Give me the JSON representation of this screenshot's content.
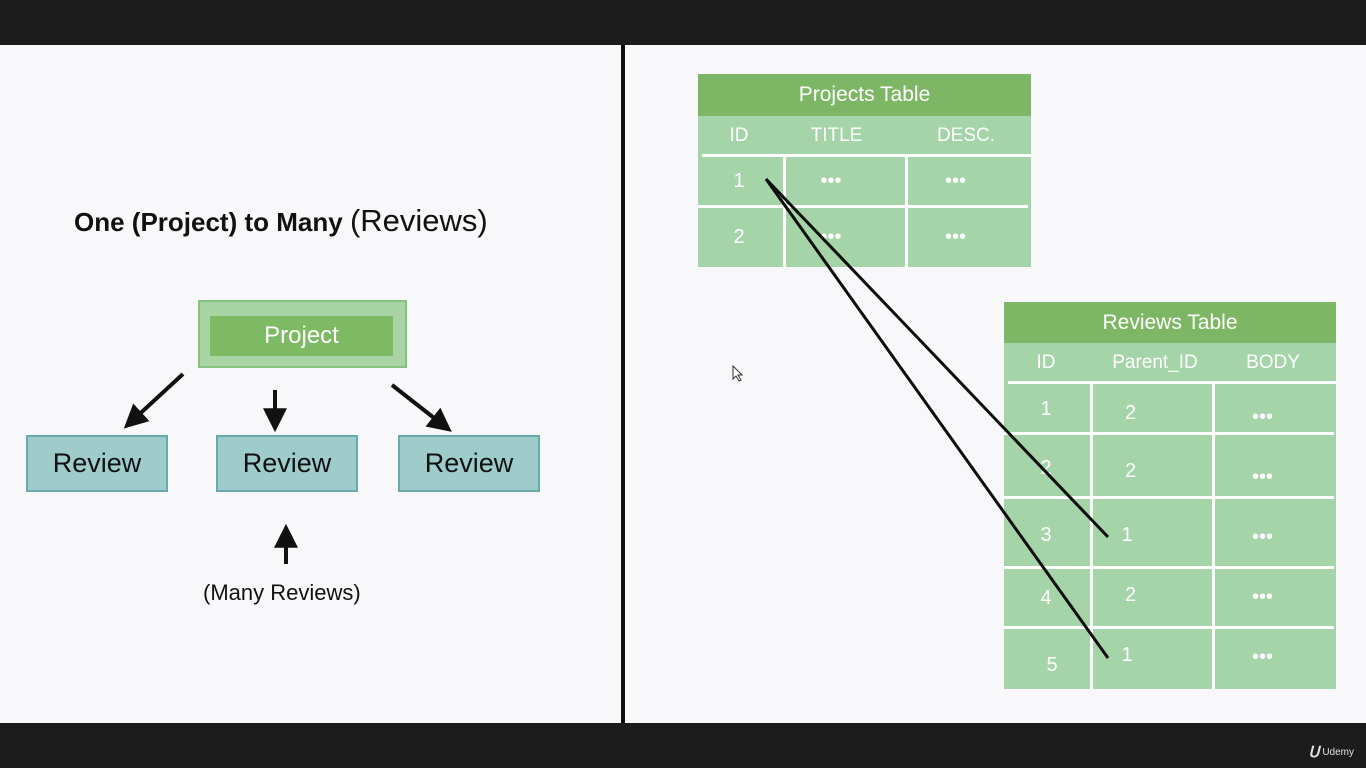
{
  "heading": {
    "bold": "One (Project) to Many",
    "light": "(Reviews)"
  },
  "project_label": "Project",
  "reviews": [
    "Review",
    "Review",
    "Review"
  ],
  "many_label": "(Many Reviews)",
  "projects_table": {
    "title": "Projects Table",
    "columns": [
      "ID",
      "TITLE",
      "DESC."
    ],
    "rows": [
      [
        "1",
        "•••",
        "•••"
      ],
      [
        "2",
        "•••",
        "•••"
      ]
    ]
  },
  "reviews_table": {
    "title": "Reviews Table",
    "columns": [
      "ID",
      "Parent_ID",
      "BODY"
    ],
    "rows": [
      [
        "1",
        "2",
        "•••"
      ],
      [
        "2",
        "2",
        "•••"
      ],
      [
        "3",
        "1",
        "•••"
      ],
      [
        "4",
        "2",
        "•••"
      ],
      [
        "5",
        "1",
        "•••"
      ]
    ]
  },
  "logo": "Udemy",
  "colors": {
    "table_header": "#7db766",
    "table_body": "#a4d4a8",
    "review_box": "#9ecccb",
    "project_box": "#7dba63"
  }
}
